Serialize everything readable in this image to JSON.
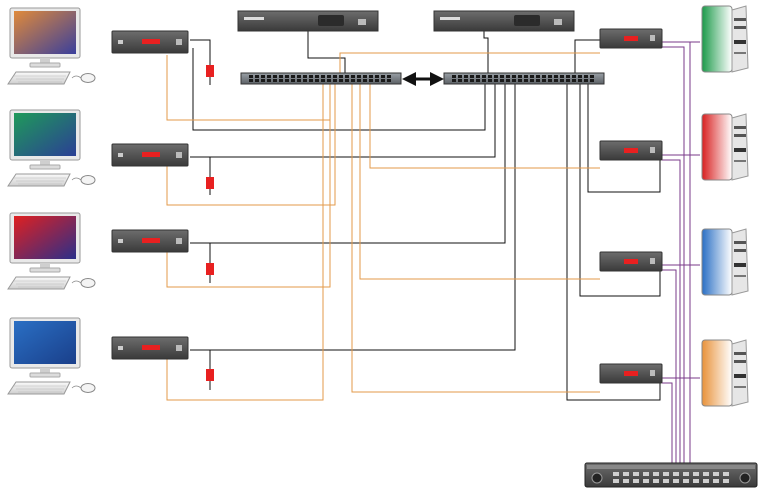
{
  "diagram": {
    "workstations": [
      {
        "id": "ws-1",
        "screen_colors": [
          "#e08a3a",
          "#3a3f9c"
        ]
      },
      {
        "id": "ws-2",
        "screen_colors": [
          "#1f9a5a",
          "#2b3f95"
        ]
      },
      {
        "id": "ws-3",
        "screen_colors": [
          "#e02020",
          "#2b2f8a"
        ]
      },
      {
        "id": "ws-4",
        "screen_colors": [
          "#2a6fc4",
          "#1a3f8a"
        ]
      }
    ],
    "servers": [
      {
        "id": "srv-1",
        "color": "#1c9a4a"
      },
      {
        "id": "srv-2",
        "color": "#d82020"
      },
      {
        "id": "srv-3",
        "color": "#2a6fc4"
      },
      {
        "id": "srv-4",
        "color": "#e8923a"
      }
    ],
    "colors": {
      "utp_black": "#111111",
      "fiber_orange": "#e39a4a",
      "serial_purple": "#7a3a8a",
      "device_body": "#555555",
      "led_red": "#e82020"
    }
  }
}
